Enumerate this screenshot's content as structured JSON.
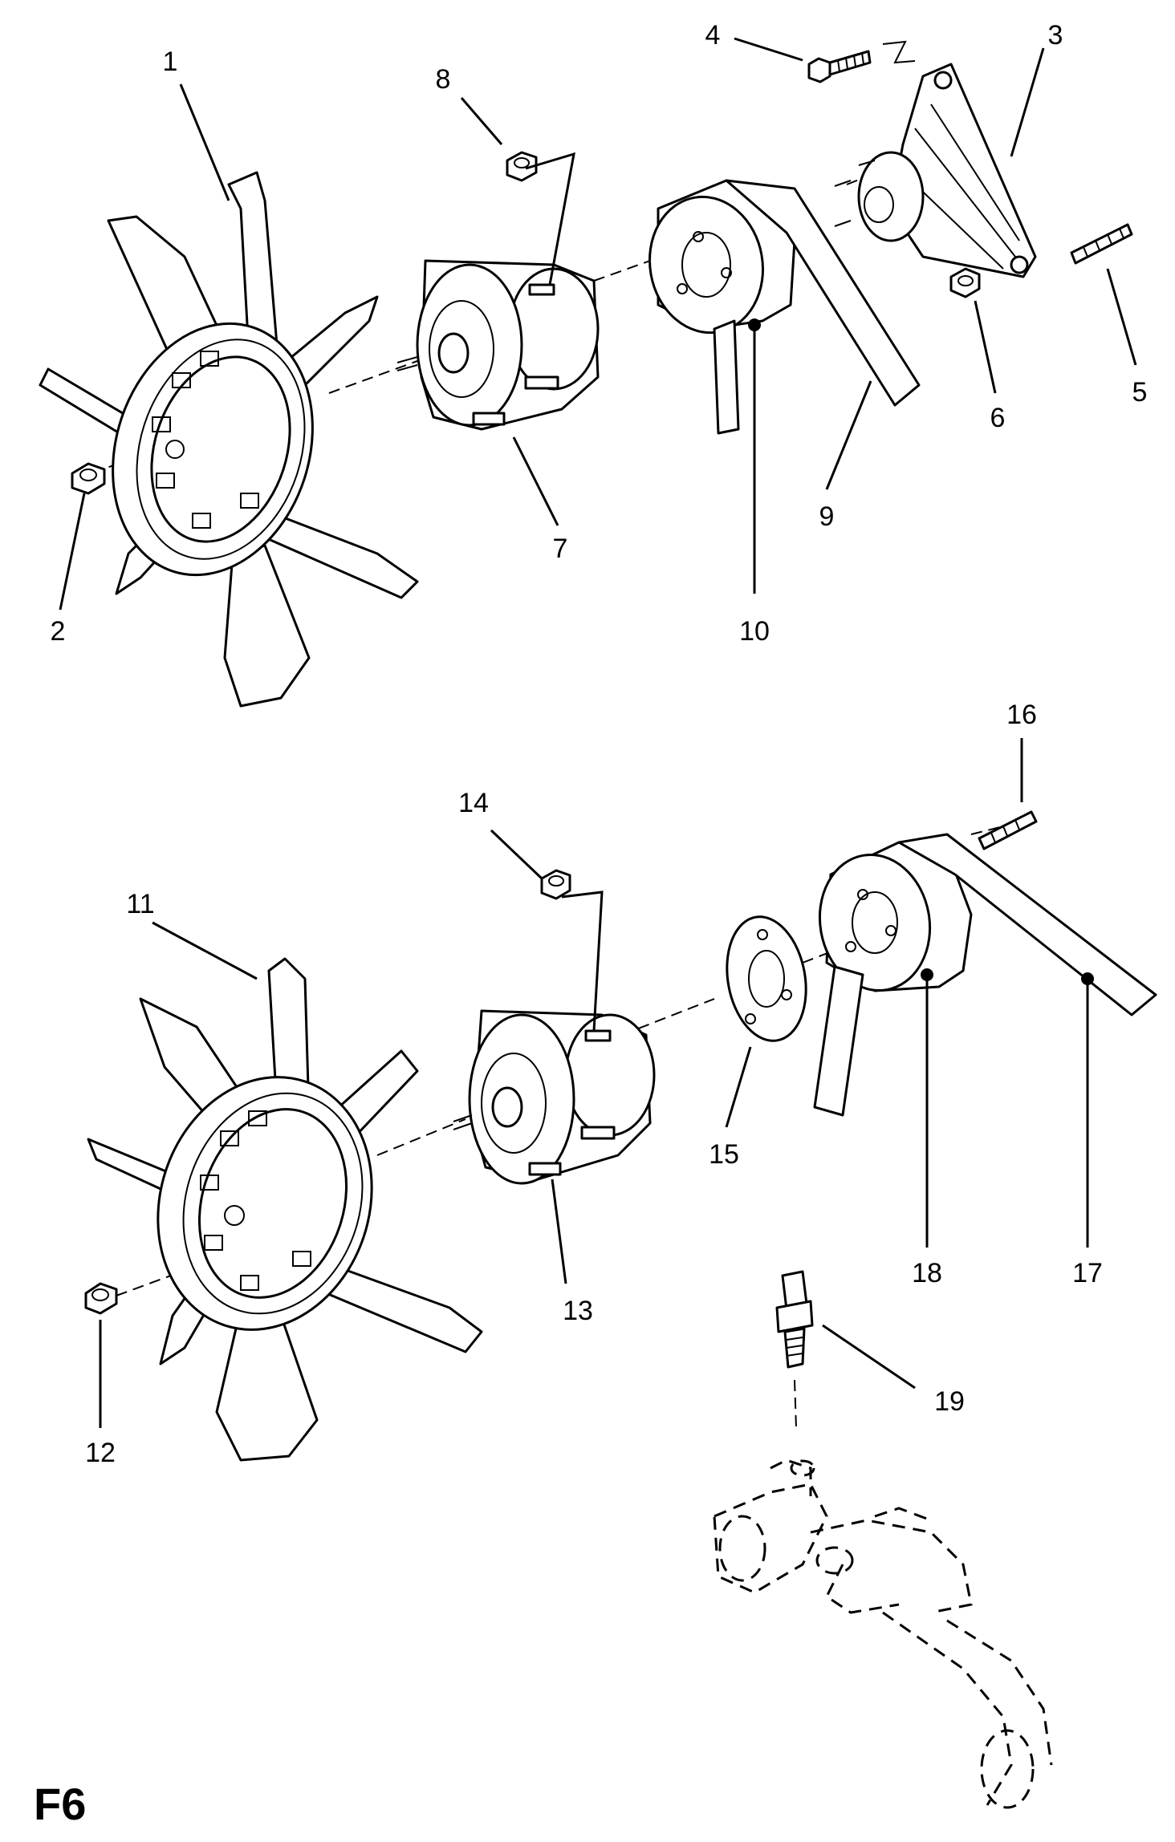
{
  "figure_label": "F6",
  "callouts": {
    "c1": "1",
    "c2": "2",
    "c3": "3",
    "c4": "4",
    "c5": "5",
    "c6": "6",
    "c7": "7",
    "c8": "8",
    "c9": "9",
    "c10": "10",
    "c11": "11",
    "c12": "12",
    "c13": "13",
    "c14": "14",
    "c15": "15",
    "c16": "16",
    "c17": "17",
    "c18": "18",
    "c19": "19"
  }
}
